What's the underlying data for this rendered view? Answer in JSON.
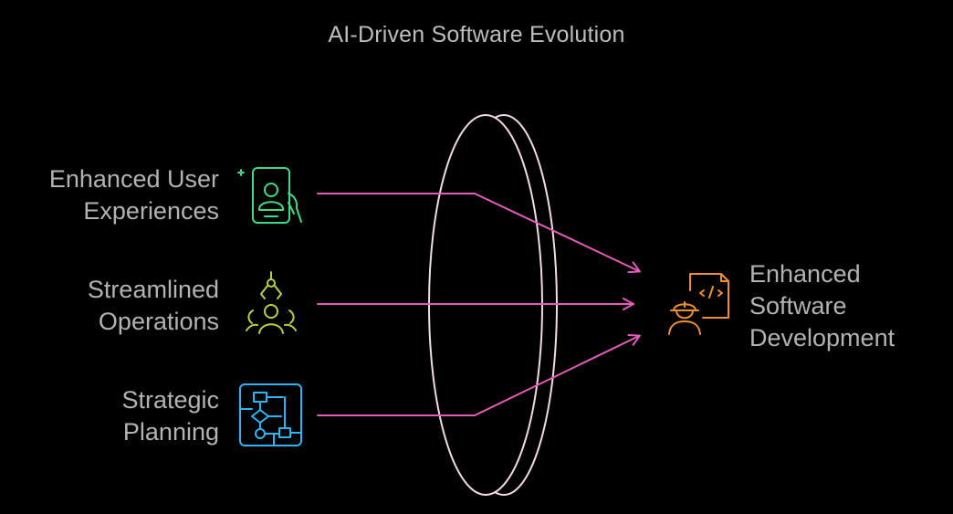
{
  "title": "AI-Driven Software Evolution",
  "inputs": [
    {
      "lines": [
        "Enhanced User",
        "Experiences"
      ],
      "icon": "user-smartphone-icon",
      "color": "#3ddc84"
    },
    {
      "lines": [
        "Streamlined",
        "Operations"
      ],
      "icon": "robotic-arm-operator-icon",
      "color": "#b5d33d"
    },
    {
      "lines": [
        "Strategic",
        "Planning"
      ],
      "icon": "flowchart-icon",
      "color": "#29b6f6"
    }
  ],
  "output": {
    "lines": [
      "Enhanced",
      "Software",
      "Development"
    ],
    "icon": "engineer-code-icon",
    "color": "#f0902a"
  },
  "lens_color": "#f5d9e8",
  "arrow_color": "#e55cbc"
}
